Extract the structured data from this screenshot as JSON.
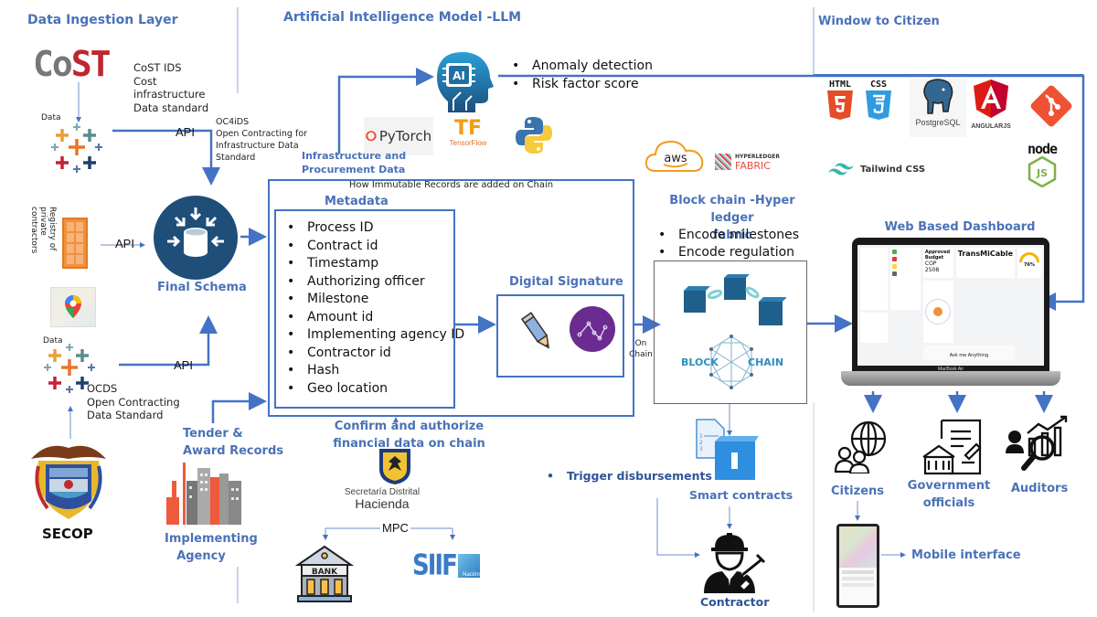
{
  "sections": {
    "ingestion_title": "Data Ingestion Layer",
    "ai_title": "Artificial Intelligence Model -LLM",
    "citizen_title": "Window to Citizen"
  },
  "ingestion": {
    "cost_logo": "CoST",
    "cost_desc": [
      "CoST IDS",
      "Cost",
      "infrastructure",
      "Data standard"
    ],
    "data_label_1": "Data",
    "api_label_1": "API",
    "oc4ids_desc": [
      "OC4iDS",
      "Open Contracting for",
      "Infrastructure Data",
      "Standard"
    ],
    "registry_label": "Registry of private contractors",
    "api_label_2": "API",
    "final_schema": "Final Schema",
    "data_label_2": "Data",
    "api_label_3": "API",
    "ocds_desc": [
      "OCDS",
      "Open Contracting",
      "Data Standard"
    ],
    "secop": "SECOP",
    "tender_records": [
      "Tender &",
      "Award Records"
    ],
    "implementing_agency": [
      "Implementing",
      "Agency"
    ]
  },
  "ai": {
    "outputs": [
      "Anomaly detection",
      "Risk factor score"
    ],
    "chip_label": "AI",
    "pytorch": "PyTorch",
    "tensorflow": "TensorFlow",
    "infra_data": [
      "Infrastructure and",
      "Procurement Data"
    ]
  },
  "chain_box": {
    "caption": "How Immutable Records are added on Chain",
    "metadata_title": "Metadata",
    "metadata_items": [
      "Process ID",
      "Contract id",
      "Timestamp",
      "Authorizing officer",
      "Milestone",
      "Amount id",
      "Implementing agency ID",
      "Contractor id",
      "Hash",
      "Geo location"
    ],
    "signature_title": "Digital Signature",
    "on_chain": [
      "On",
      "Chain"
    ]
  },
  "finance": {
    "confirm": [
      "Confirm and authorize",
      "financial data on chain"
    ],
    "secretaria": "Secretaría Distrital",
    "hacienda": "Hacienda",
    "mpc": "MPC",
    "bank": "BANK",
    "siif": "SIIF",
    "siif_sub": "Nación"
  },
  "blockchain": {
    "aws": "aws",
    "hyperledger_top": "HYPERLEDGER",
    "hyperledger_bottom": "FABRIC",
    "title": [
      "Block chain -Hyper ledger",
      "fabric"
    ],
    "items": [
      "Encode milestones",
      "Encode regulation"
    ],
    "block_word": "BLOCK",
    "chain_word": "CHAIN",
    "trigger": "Trigger disbursements",
    "smart_contracts": "Smart contracts",
    "contractor": "Contractor"
  },
  "citizen": {
    "tech": {
      "html": "HTML",
      "css": "CSS",
      "postgres": "PostgreSQL",
      "angular": "ANGULARJS",
      "tailwind": "Tailwind CSS",
      "node": "node"
    },
    "dashboard_title": "Web Based Dashboard",
    "dashboard_screen": {
      "approved_budget": "Approved Budget",
      "budget_value": "COP 2508",
      "project_name": "TransMiCable",
      "gauge": "76%",
      "ask": "Ask me Anything",
      "laptop_label": "MacBook Air"
    },
    "audiences": [
      "Citizens",
      "Government officials",
      "Auditors"
    ],
    "mobile": "Mobile interface"
  },
  "colors": {
    "accent": "#4472c4",
    "heading": "#4a72b8",
    "schema_circle": "#1f4e79",
    "block": "#1f5f8b",
    "signature_circle": "#6a2c91"
  }
}
